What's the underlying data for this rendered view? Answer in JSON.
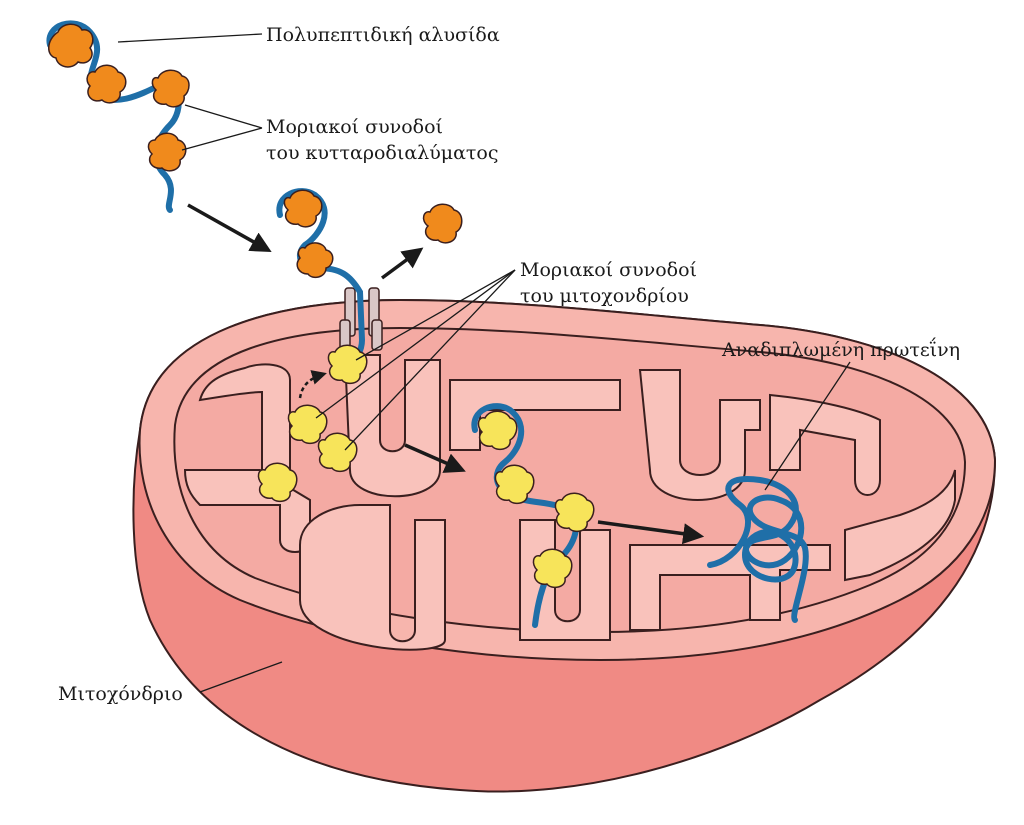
{
  "labels": {
    "polypeptide": "Πολυπεπτιδική αλυσίδα",
    "cytosolic_chaperones_line1": "Μοριακοί συνοδοί",
    "cytosolic_chaperones_line2": "του κυτταροδιαλύματος",
    "mito_chaperones_line1": "Μοριακοί συνοδοί",
    "mito_chaperones_line2": "του μιτοχονδρίου",
    "folded_protein": "Αναδιπλωμένη πρωτεΐνη",
    "mitochondrion": "Μιτοχόνδριο"
  },
  "colors": {
    "outer_membrane_side": "#f08a84",
    "outer_membrane_top": "#f7b5ad",
    "matrix": "#f4aaa3",
    "membrane_stroke": "#3a1f1f",
    "chain": "#1f6fa8",
    "cytosolic_chaperone": "#f08a1c",
    "mito_chaperone": "#f7e45a",
    "arrow": "#1a1a1a"
  }
}
